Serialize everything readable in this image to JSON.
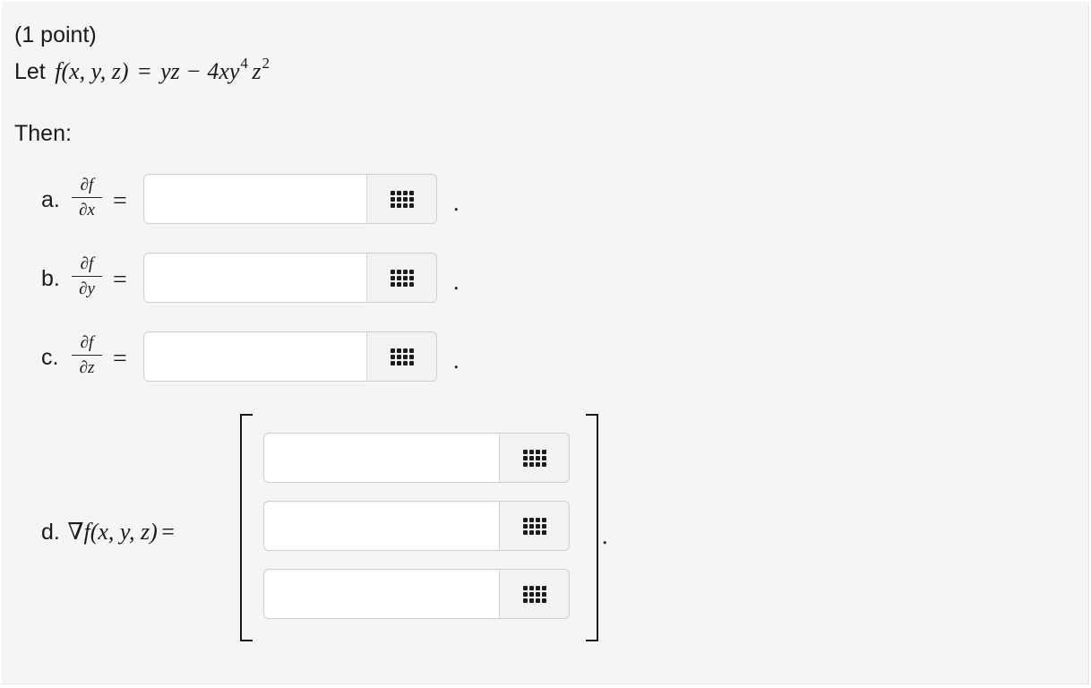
{
  "problem": {
    "points_label": "(1 point)",
    "let_word": "Let",
    "function_lhs": "f(x, y, z)",
    "equals": "=",
    "expr_main": "yz − 4xy",
    "exp_y": "4",
    "expr_z": "z",
    "exp_z": "2",
    "then_label": "Then:"
  },
  "parts": [
    {
      "letter": "a.",
      "num": "∂f",
      "den": "∂x",
      "equals": "=",
      "answer_value": "",
      "period": "."
    },
    {
      "letter": "b.",
      "num": "∂f",
      "den": "∂y",
      "equals": "=",
      "answer_value": "",
      "period": "."
    },
    {
      "letter": "c.",
      "num": "∂f",
      "den": "∂z",
      "equals": "=",
      "answer_value": "",
      "period": "."
    }
  ],
  "gradient": {
    "letter": "d.",
    "nabla": "∇",
    "lhs": "f(x, y, z)",
    "equals": "=",
    "components": [
      "",
      "",
      ""
    ],
    "period": "."
  },
  "icons": {
    "keypad": "keypad-grid-icon"
  }
}
